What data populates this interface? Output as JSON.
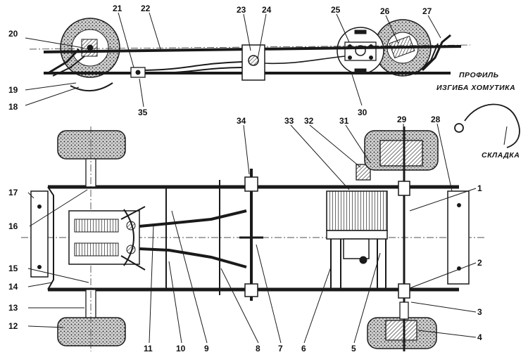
{
  "labels": {
    "n1": "1",
    "n2": "2",
    "n3": "3",
    "n4": "4",
    "n5": "5",
    "n6": "6",
    "n7": "7",
    "n8": "8",
    "n9": "9",
    "n10": "10",
    "n11": "11",
    "n12": "12",
    "n13": "13",
    "n14": "14",
    "n15": "15",
    "n16": "16",
    "n17": "17",
    "n18": "18",
    "n19": "19",
    "n20": "20",
    "n21": "21",
    "n22": "22",
    "n23": "23",
    "n24": "24",
    "n25": "25",
    "n26": "26",
    "n27": "27",
    "n28": "28",
    "n29": "29",
    "n30": "30",
    "n31": "31",
    "n32": "32",
    "n33": "33",
    "n34": "34",
    "n35": "35"
  },
  "captions": {
    "profile_line1": "ПРОФИЛЬ",
    "profile_line2": "ИЗГИБА ХОМУТИКА",
    "fold": "СКЛАДКА"
  },
  "colors": {
    "ink": "#1a1a1a",
    "paper": "#ffffff"
  }
}
